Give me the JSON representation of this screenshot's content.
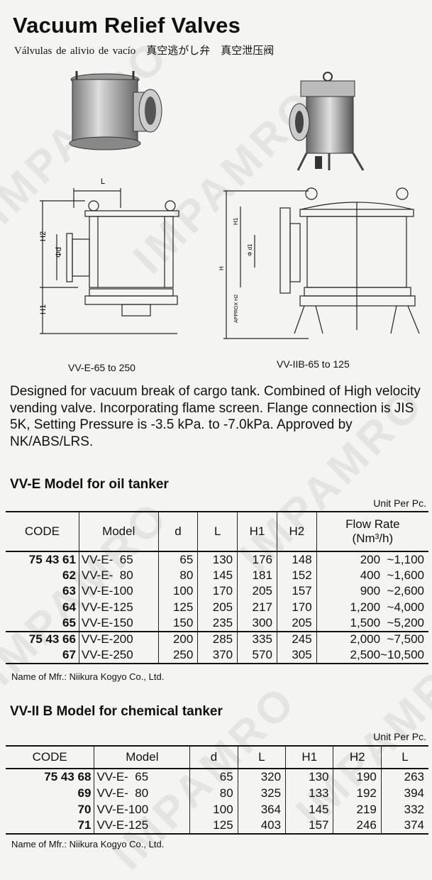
{
  "title": "Vacuum Relief Valves",
  "subtitle": "Válvulas de alivio de vacío　真空逃がし弁　真空泄压阀",
  "figures": {
    "left_caption": "VV-E-65 to 250",
    "right_caption": "VV-IIB-65 to 125",
    "left_dims": [
      "L",
      "H2",
      "H1",
      "Φd"
    ],
    "right_dims": [
      "H1",
      "H",
      "APPROX H2",
      "Φ d1"
    ]
  },
  "description": "Designed for vacuum break of cargo tank.  Combined of High velocity vending valve.  Incorporating flame screen.  Flange connection is JIS 5K, Setting Pressure is -3.5 kPa. to -7.0kPa. Approved by NK/ABS/LRS.",
  "table1": {
    "title": "VV-E Model for oil tanker",
    "unit": "Unit Per Pc.",
    "headers": [
      "CODE",
      "Model",
      "d",
      "L",
      "H1",
      "H2",
      "Flow Rate\n(Nm³/h)"
    ],
    "rows": [
      [
        "75 43 61",
        "VV-E-  65",
        "65",
        "130",
        "176",
        "148",
        "200  ~1,100"
      ],
      [
        "62",
        "VV-E-  80",
        "80",
        "145",
        "181",
        "152",
        "400  ~1,600"
      ],
      [
        "63",
        "VV-E-100",
        "100",
        "170",
        "205",
        "157",
        "900  ~2,600"
      ],
      [
        "64",
        "VV-E-125",
        "125",
        "205",
        "217",
        "170",
        "1,200  ~4,000"
      ],
      [
        "65",
        "VV-E-150",
        "150",
        "235",
        "300",
        "205",
        "1,500  ~5,200"
      ],
      [
        "75 43 66",
        "VV-E-200",
        "200",
        "285",
        "335",
        "245",
        "2,000  ~7,500"
      ],
      [
        "67",
        "VV-E-250",
        "250",
        "370",
        "570",
        "305",
        "2,500~10,500"
      ]
    ],
    "mfr": "Name of Mfr.:  Niikura Kogyo Co., Ltd."
  },
  "table2": {
    "title": "VV-II B Model for chemical tanker",
    "unit": "Unit Per Pc.",
    "headers": [
      "CODE",
      "Model",
      "d",
      "L",
      "H1",
      "H2",
      "L"
    ],
    "rows": [
      [
        "75 43 68",
        "VV-E-  65",
        "65",
        "320",
        "130",
        "190",
        "263"
      ],
      [
        "69",
        "VV-E-  80",
        "80",
        "325",
        "133",
        "192",
        "394"
      ],
      [
        "70",
        "VV-E-100",
        "100",
        "364",
        "145",
        "219",
        "332"
      ],
      [
        "71",
        "VV-E-125",
        "125",
        "403",
        "157",
        "246",
        "374"
      ]
    ],
    "mfr": "Name of Mfr.:  Niikura Kogyo Co., Ltd."
  },
  "watermark": "IMPAMRO"
}
